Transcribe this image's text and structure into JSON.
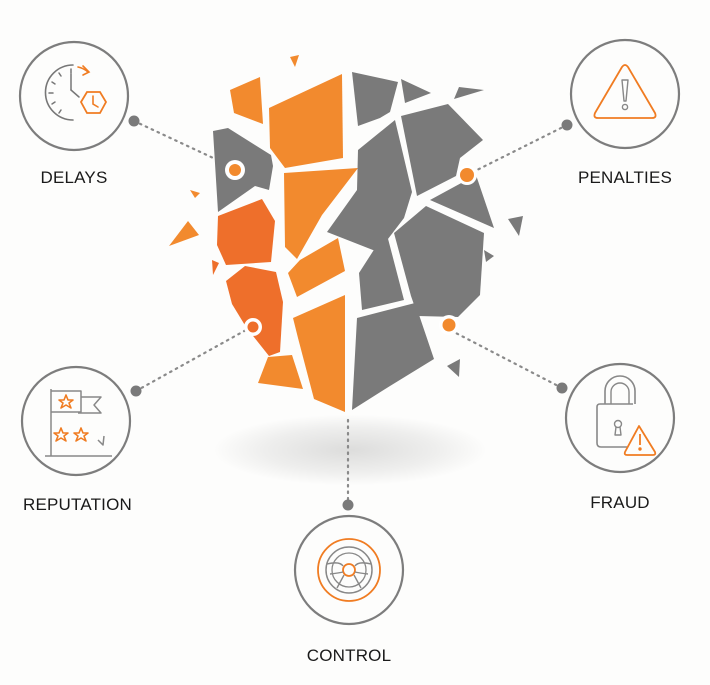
{
  "colors": {
    "orange": "#f28a2e",
    "orange_dark": "#ee6f2b",
    "gray": "#7a7a7a",
    "ring": "#7d7d7d",
    "dot": "#7a7a7a",
    "text": "#1a1a1a"
  },
  "center": {
    "graphic": "shattered-shield"
  },
  "nodes": [
    {
      "id": "delays",
      "label": "DELAYS",
      "icon": "clock-delay-icon"
    },
    {
      "id": "penalties",
      "label": "PENALTIES",
      "icon": "warning-triangle-icon"
    },
    {
      "id": "reputation",
      "label": "REPUTATION",
      "icon": "flag-stars-rating-icon"
    },
    {
      "id": "fraud",
      "label": "FRAUD",
      "icon": "padlock-warning-icon"
    },
    {
      "id": "control",
      "label": "CONTROL",
      "icon": "steering-wheel-icon"
    }
  ]
}
